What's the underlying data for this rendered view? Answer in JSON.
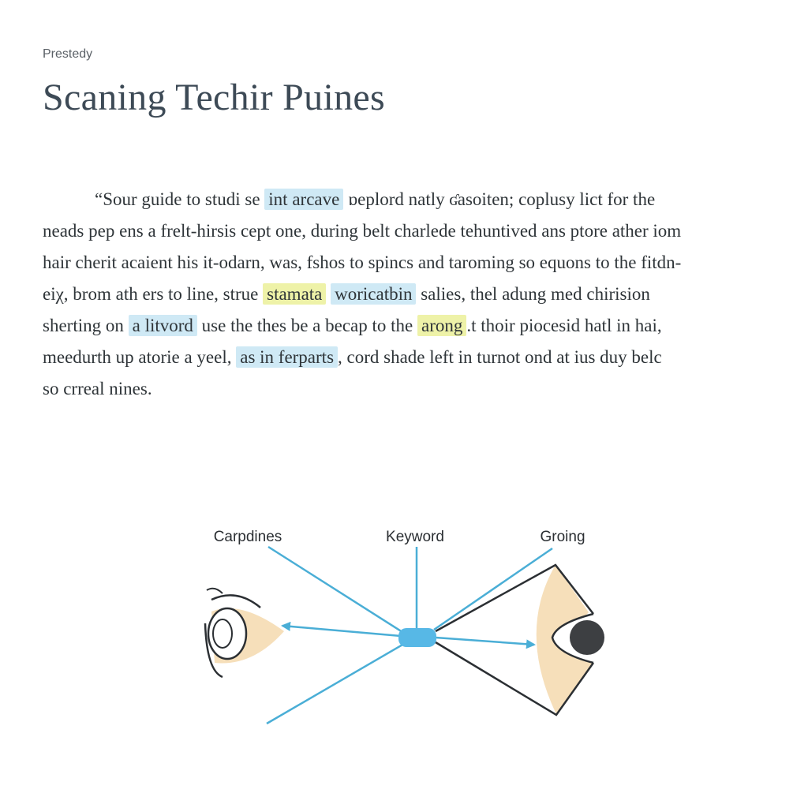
{
  "header": {
    "eyebrow": "Prestedy",
    "title": "Scaning Techir Puines"
  },
  "paragraph": {
    "lines": [
      [
        {
          "text": "“Sour guide to studi se ",
          "highlight": null
        },
        {
          "text": "int arcave",
          "highlight": "blue"
        },
        {
          "text": " ɒeplord natly ʛasoiten; coplusy lict for the",
          "highlight": null
        }
      ],
      [
        {
          "text": "neads pep ens a frelt-hirsis cept one, during belt charlede tehuntived ans ptore ather iom",
          "highlight": null
        }
      ],
      [
        {
          "text": "hair cherit acaient his it-odarn, was, fshos to spincs and taroming so equons to the fitdn-",
          "highlight": null
        }
      ],
      [
        {
          "text": "eiχ, brom ath ers to line, strue ",
          "highlight": null
        },
        {
          "text": "stamata",
          "highlight": "yellow"
        },
        {
          "text": " ",
          "highlight": null
        },
        {
          "text": "woricatbin",
          "highlight": "blue"
        },
        {
          "text": " salies, thel adung med chirision",
          "highlight": null
        }
      ],
      [
        {
          "text": "sherting on ",
          "highlight": null
        },
        {
          "text": "a litvord",
          "highlight": "blue"
        },
        {
          "text": " use the thes be a becap to the ",
          "highlight": null
        },
        {
          "text": "arong",
          "highlight": "yellow"
        },
        {
          "text": ".t thoir piocesid hatl in hai,",
          "highlight": null
        }
      ],
      [
        {
          "text": "meedurth up atorie a yeel, ",
          "highlight": null
        },
        {
          "text": "as in ferparts",
          "highlight": "blue"
        },
        {
          "text": ", cord shade left in turnot ond at ius duy belc",
          "highlight": null
        }
      ],
      [
        {
          "text": "so crreal nines.",
          "highlight": null
        }
      ]
    ]
  },
  "diagram": {
    "labels": {
      "left": "Carpdines",
      "center": "Keyword",
      "right": "Groing"
    }
  },
  "colors": {
    "highlight_blue": "#cfe9f5",
    "highlight_yellow": "#eef2a8",
    "line_blue": "#4aaed6",
    "keyword_pill": "#57b8e6",
    "eye_fill": "#f6dfba"
  }
}
